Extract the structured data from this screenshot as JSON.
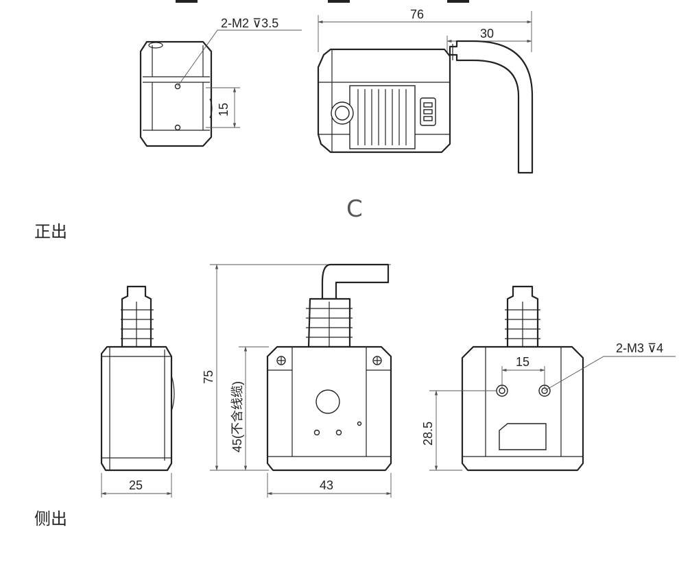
{
  "drawing": {
    "top_views": {
      "hole_note_top": "2-M2 ⊽3.5",
      "dim_width_total": "76",
      "dim_cable_offset": "30",
      "dim_hole_spacing": "15"
    },
    "variant_label": "C",
    "front_exit_label": "正出",
    "side_exit_label": "侧出",
    "front_views": {
      "dim_height_total": "75",
      "dim_height_body": "45(不含线缆)",
      "dim_width_side": "25",
      "dim_width_front": "43",
      "dim_hole_spacing_back": "15",
      "dim_hole_height": "28.5",
      "hole_note_back": "2-M3 ⊽4"
    }
  }
}
